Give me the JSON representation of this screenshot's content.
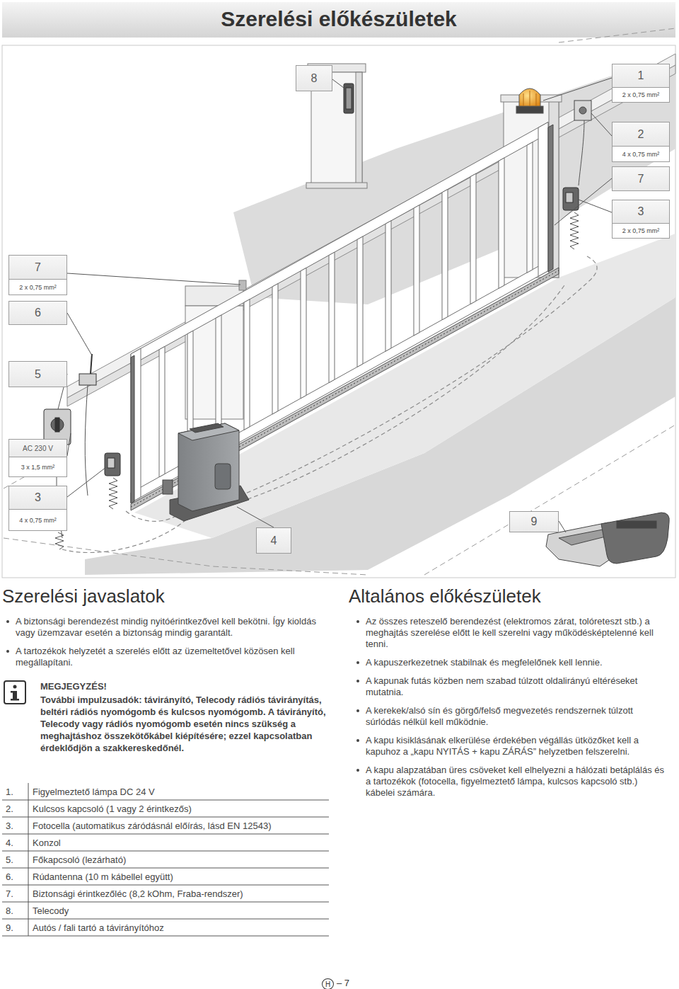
{
  "diagram": {
    "title": "Szerelési előkészületek",
    "nodes": [
      {
        "text": [
          "8"
        ]
      },
      {
        "text": [
          "1",
          "2 x 0,75 mm²"
        ]
      },
      {
        "text": [
          "2",
          "4 x 0,75 mm²"
        ]
      },
      {
        "text": [
          "7"
        ]
      },
      {
        "text": [
          "3",
          "2 x 0,75 mm²"
        ]
      },
      {
        "text": [
          "7",
          "2 x 0,75 mm²"
        ]
      },
      {
        "text": [
          "6"
        ]
      },
      {
        "text": [
          "5"
        ]
      },
      {
        "text": [
          "AC 230 V",
          "3 x 1,5 mm²"
        ]
      },
      {
        "text": [
          "3",
          "4 x 0,75 mm²"
        ]
      },
      {
        "text": [
          "9"
        ]
      },
      {
        "text": [
          "4"
        ]
      },
      {
        "text": [
          "H"
        ]
      }
    ],
    "labels": [
      "Szerelési javaslatok",
      "A biztonsági berendezést mindig nyitóérintkezővel kell bekötni. Így kioldás vagy üzemzavar esetén a biztonság mindig garantált.",
      "A tartozékok helyzetét a szerelés előtt az üzemeltetővel közösen kell megállapítani.",
      "MEGJEGYZÉS!",
      "További impulzusadók: távirányító, Telecody rádiós távirányítás, beltéri rádiós nyomógomb és kulcsos nyomógomb. A távirányító, Telecody vagy rádiós nyomógomb esetén nincs szükség a meghajtáshoz összekötőkábel kiépítésére; ezzel kapcsolatban érdeklődjön a szakkereskedőnél.",
      "1.",
      "Figyelmeztető lámpa DC 24 V",
      "2.",
      "Kulcsos kapcsoló (1 vagy 2 érintkezős)",
      "3.",
      "Fotocella (automatikus záródásnál előírás, lásd EN 12543)",
      "4.",
      "Konzol",
      "5.",
      "Főkapcsoló (lezárható)",
      "6.",
      "Rúdantenna (10 m kábellel együtt)",
      "7.",
      "Biztonsági érintkezőléc (8,2 kOhm, Fraba-rendszer)",
      "8.",
      "Telecody",
      "9.",
      "Autós / fali tartó a távirányítóhoz",
      "Altalános előkészületek",
      "Az összes reteszelő berendezést (elektromos zárat, tolóreteszt stb.) a meghajtás szerelése előtt le kell szerelni vagy működésképtelenné kell tenni.",
      "A kapuszerkezetnek stabilnak és megfelelőnek kell lennie.",
      "A kapunak futás közben nem szabad túlzott oldalirányú eltéréseket mutatnia.",
      "A kerekek/alsó sín és görgő/felső megvezetés rendszernek túlzott súrlódás nélkül kell működnie.",
      "A kapu kisiklásának elkerülése érdekében végállás ütközőket kell a kapuhoz a „kapu NYITÁS + kapu ZÁRÁS” helyzetben felszerelni.",
      "A kapu alapzatában üres csöveket kell elhelyezni a hálózati betáplálás és a tartozékok (fotocella, figyelmeztető lámpa, kulcsos kapcsoló stb.) kábelei számára.",
      "– 7"
    ]
  }
}
